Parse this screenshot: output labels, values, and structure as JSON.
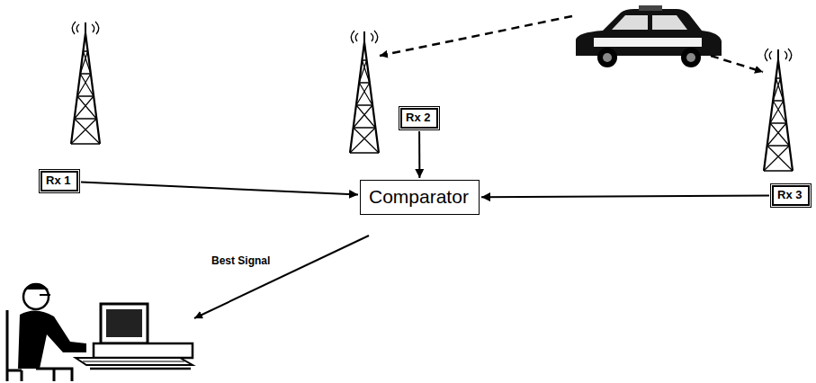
{
  "diagram": {
    "nodes": [
      {
        "text": [
          "Rx 1"
        ]
      },
      {
        "text": [
          "Rx 2"
        ]
      },
      {
        "text": [
          "Rx 3"
        ]
      },
      {
        "text": [
          "Comparator"
        ]
      }
    ],
    "edges": [
      {
        "from": 0,
        "to": 3,
        "arrow": "to"
      },
      {
        "from": 1,
        "to": 3,
        "arrow": "to"
      },
      {
        "from": 2,
        "to": 3,
        "arrow": "to"
      }
    ],
    "labels": [
      "Best Signal"
    ]
  }
}
